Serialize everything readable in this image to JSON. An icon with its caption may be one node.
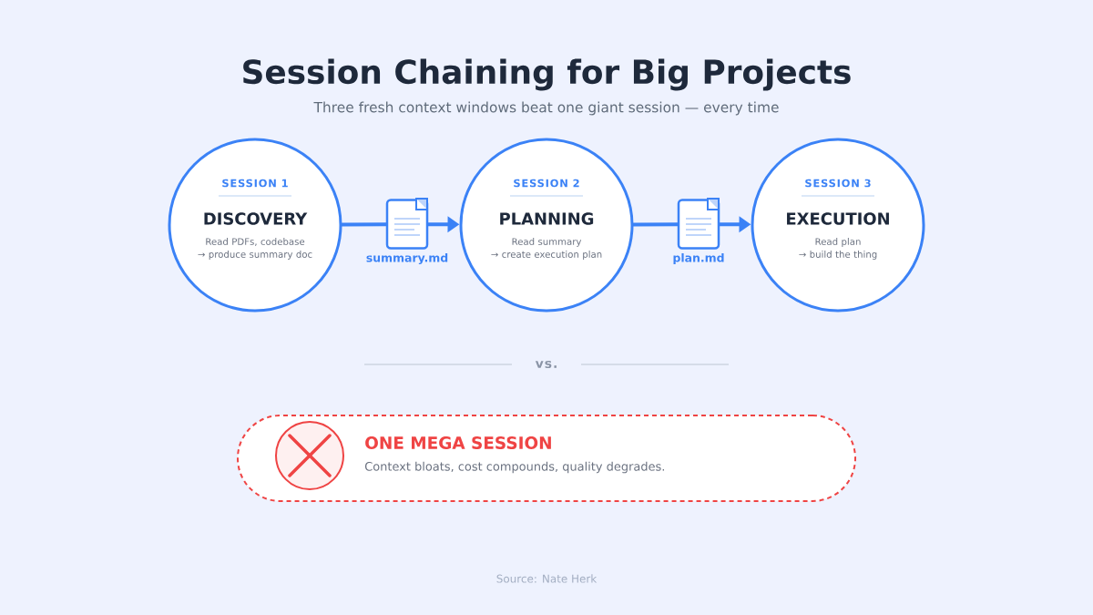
{
  "diagram": {
    "title": "Session Chaining for Big Projects",
    "nodes": [
      {
        "text": [
          "SESSION 1",
          "DISCOVERY",
          "Read PDFs, codebase → produce summary doc"
        ]
      },
      {
        "text": [],
        "shape": "document",
        "beside": [
          "summary.md"
        ]
      },
      {
        "text": [
          "SESSION 2",
          "PLANNING",
          "Read summary → create execution plan"
        ]
      },
      {
        "text": [],
        "shape": "document",
        "beside": [
          "plan.md"
        ]
      },
      {
        "text": [
          "SESSION 3",
          "EXECUTION",
          "Read plan → build the thing"
        ]
      },
      {
        "text": [
          "ONE MEGA SESSION",
          "Context bloats, cost compounds, quality degrades."
        ]
      }
    ],
    "edges": [
      {
        "from": 0,
        "to": 1,
        "arrow": "none"
      },
      {
        "from": 1,
        "to": 2,
        "arrow": "to"
      },
      {
        "from": 2,
        "to": 3,
        "arrow": "none"
      },
      {
        "from": 3,
        "to": 4,
        "arrow": "to"
      }
    ],
    "labels": [
      "Three fresh context windows beat one giant session — every time",
      "vs.",
      "Source: Nate Herk"
    ]
  }
}
